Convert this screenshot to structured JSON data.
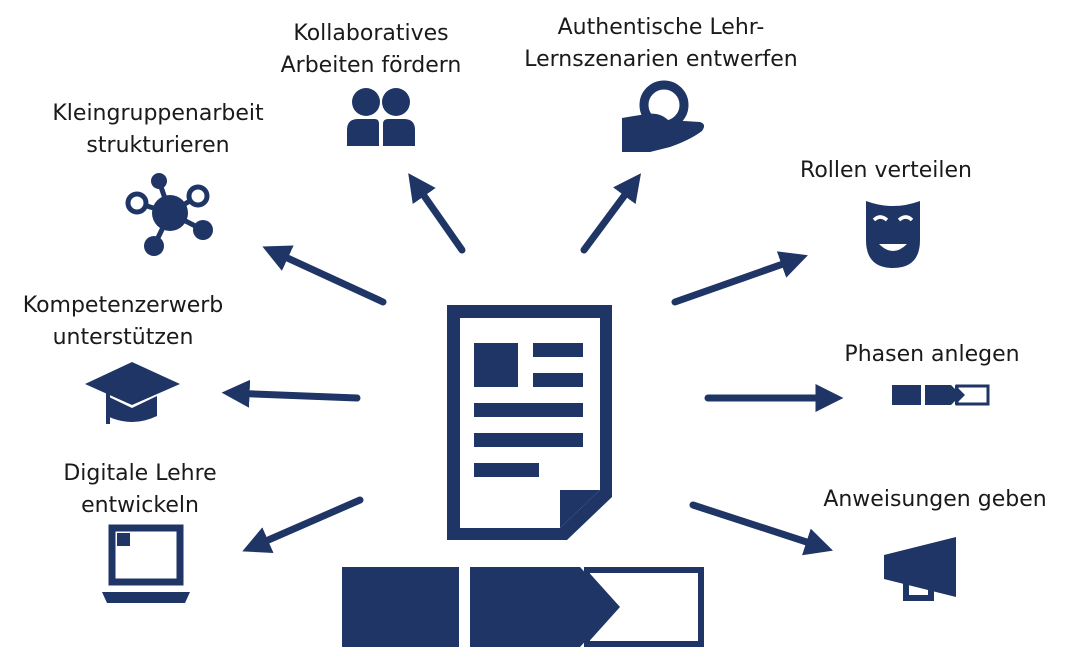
{
  "colors": {
    "primary": "#1f3566",
    "text": "#1a1a1a",
    "background": "#ffffff"
  },
  "center": {
    "icon": "document-icon",
    "phase_icon": "phases-icon"
  },
  "items": {
    "kollaboratives": {
      "line1": "Kollaboratives",
      "line2": "Arbeiten fördern",
      "icon": "users-icon"
    },
    "authentische": {
      "line1": "Authentische Lehr-",
      "line2": "Lernszenarien entwerfen",
      "icon": "hand-holding-icon"
    },
    "kleingruppen": {
      "line1": "Kleingruppenarbeit",
      "line2": "strukturieren",
      "icon": "network-icon"
    },
    "rollen": {
      "line1": "Rollen verteilen",
      "icon": "mask-icon"
    },
    "kompetenz": {
      "line1": "Kompetenzerwerb",
      "line2": "unterstützen",
      "icon": "graduation-cap-icon"
    },
    "phasen": {
      "line1": "Phasen anlegen",
      "icon": "phases-icon"
    },
    "digitale": {
      "line1": "Digitale Lehre",
      "line2": "entwickeln",
      "icon": "laptop-icon"
    },
    "anweisungen": {
      "line1": "Anweisungen geben",
      "icon": "megaphone-icon"
    }
  }
}
